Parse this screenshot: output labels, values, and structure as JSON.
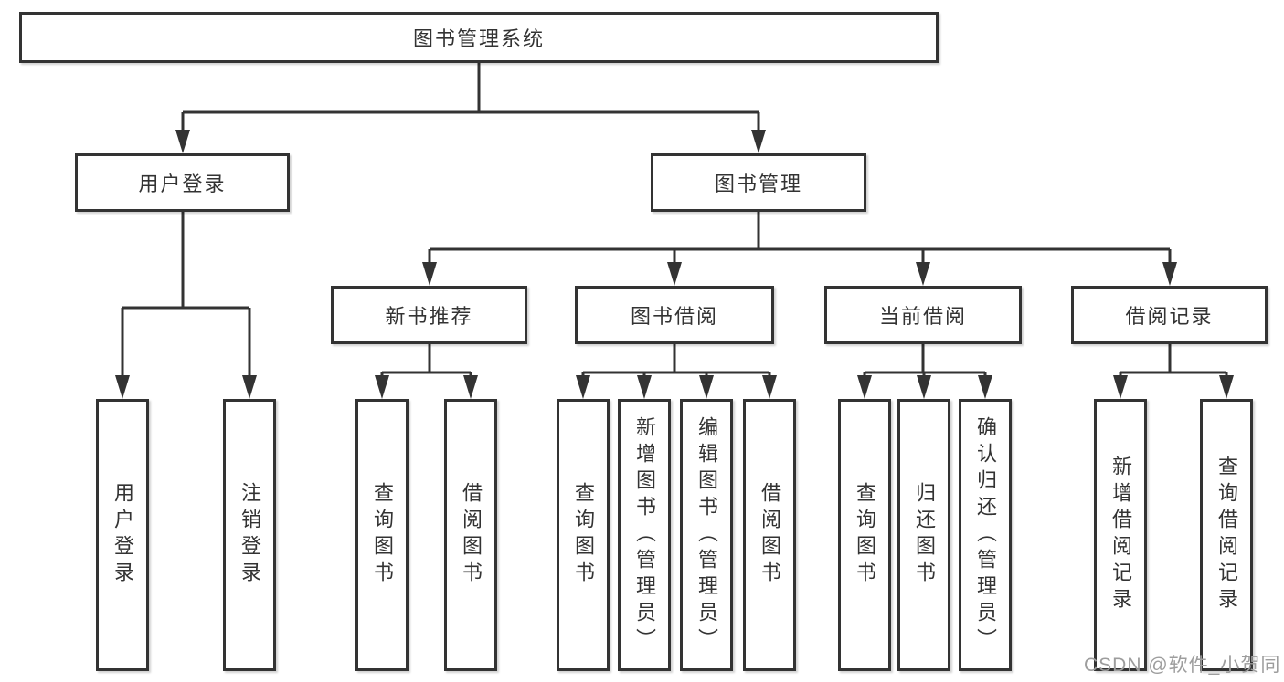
{
  "tree": {
    "label": "图书管理系统",
    "children": [
      {
        "label": "用户登录",
        "children": [
          {
            "label": "用户登录"
          },
          {
            "label": "注销登录"
          }
        ]
      },
      {
        "label": "图书管理",
        "children": [
          {
            "label": "新书推荐",
            "children": [
              {
                "label": "查询图书"
              },
              {
                "label": "借阅图书"
              }
            ]
          },
          {
            "label": "图书借阅",
            "children": [
              {
                "label": "查询图书"
              },
              {
                "label": "新增图书（管理员）"
              },
              {
                "label": "编辑图书（管理员）"
              },
              {
                "label": "借阅图书"
              }
            ]
          },
          {
            "label": "当前借阅",
            "children": [
              {
                "label": "查询图书"
              },
              {
                "label": "归还图书"
              },
              {
                "label": "确认归还（管理员）"
              }
            ]
          },
          {
            "label": "借阅记录",
            "children": [
              {
                "label": "新增借阅记录"
              },
              {
                "label": "查询借阅记录"
              }
            ]
          }
        ]
      }
    ]
  },
  "watermark": "CSDN @软件_小贺同学",
  "colors": {
    "line": "#333333",
    "box_border": "#333333",
    "box_bg": "#ffffff",
    "text": "#333333",
    "watermark": "#9d9d9d",
    "background": "#ffffff"
  }
}
